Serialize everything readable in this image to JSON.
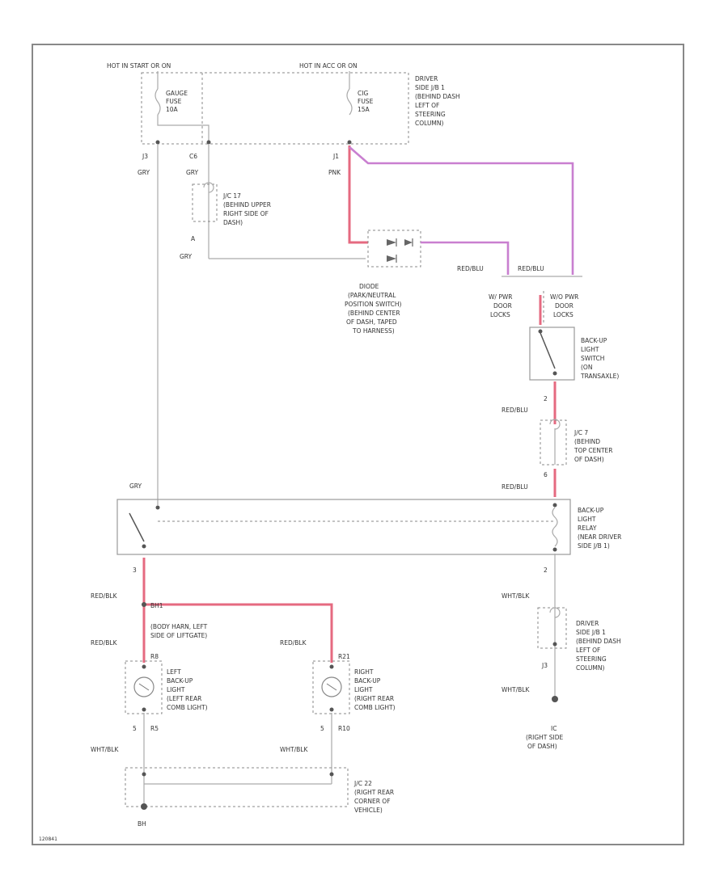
{
  "labels": {
    "hot_start": "HOT IN START OR ON",
    "hot_acc": "HOT IN ACC OR ON",
    "gauge_fuse": [
      "GAUGE",
      "FUSE",
      "10A"
    ],
    "cig_fuse": [
      "CIG",
      "FUSE",
      "15A"
    ],
    "driver_jb_top": [
      "DRIVER",
      "SIDE J/B 1",
      "(BEHIND DASH",
      "LEFT OF",
      "STEERING",
      "COLUMN)"
    ],
    "conn_j3": "J3",
    "conn_c6": "C6",
    "conn_j1": "J1",
    "gry1": "GRY",
    "gry2": "GRY",
    "grn": "PNK",
    "jc11": [
      "J/C 17",
      "(BEHIND UPPER",
      "RIGHT SIDE OF",
      "DASH)"
    ],
    "pin_a": "A",
    "gry3": "GRY",
    "diode": [
      "DIODE",
      "(PARK/NEUTRAL",
      "POSITION SWITCH)",
      "(BEHIND CENTER",
      "OF DASH, TAPED",
      "TO HARNESS)"
    ],
    "red_blu_left": "RED/BLU",
    "red_blu_right": "RED/BLU",
    "w_pwr": [
      "W/ PWR",
      "DOOR",
      "LOCKS"
    ],
    "wo_pwr": [
      "W/O PWR",
      "DOOR",
      "LOCKS"
    ],
    "backup_switch": [
      "BACK-UP",
      "LIGHT",
      "SWITCH",
      "(ON",
      "TRANSAXLE)"
    ],
    "pin2": "2",
    "red_blu_1": "RED/BLU",
    "jc7": [
      "J/C 7",
      "(BEHIND",
      "TOP CENTER",
      "OF DASH)"
    ],
    "pin6": "6",
    "red_blu_2": "RED/BLU",
    "gry_left": "GRY",
    "relay": [
      "BACK-UP",
      "LIGHT",
      "RELAY",
      "(NEAR DRIVER",
      "SIDE J/B 1)"
    ],
    "pin3": "3",
    "pin2b": "2",
    "red_blk_1": "RED/BLK",
    "wht_blk_1": "WHT/BLK",
    "bh1": "BH1",
    "body_harn": [
      "(BODY HARN, LEFT",
      "SIDE OF LIFTGATE)"
    ],
    "red_blk_2": "RED/BLK",
    "red_blk_3": "RED/BLK",
    "r8": "R8",
    "r21": "R21",
    "left_light": [
      "LEFT",
      "BACK-UP",
      "LIGHT",
      "(LEFT REAR",
      "COMB LIGHT)"
    ],
    "right_light": [
      "RIGHT",
      "BACK-UP",
      "LIGHT",
      "(RIGHT REAR",
      "COMB LIGHT)"
    ],
    "driver_jb_bottom": [
      "DRIVER",
      "SIDE J/B 1",
      "(BEHIND DASH",
      "LEFT OF",
      "STEERING",
      "COLUMN)"
    ],
    "j3b": "J3",
    "wht_blk_2": "WHT/BLK",
    "pin5a": "5",
    "r5": "R5",
    "pin5b": "5",
    "r10": "R10",
    "wht_blk_3": "WHT/BLK",
    "wht_blk_4": "WHT/BLK",
    "right_dash_gnd": [
      "(RIGHT SIDE",
      "OF DASH)"
    ],
    "gnd_ic": "IC",
    "jc22": [
      "J/C 22",
      "(RIGHT REAR",
      "CORNER OF",
      "VEHICLE)"
    ],
    "gnd_bh": "BH",
    "figure_id": "120841"
  },
  "colors": {
    "wire": "#aaaaaa",
    "red_wire": "#e56a80",
    "pink_wire": "#c97fd0"
  }
}
